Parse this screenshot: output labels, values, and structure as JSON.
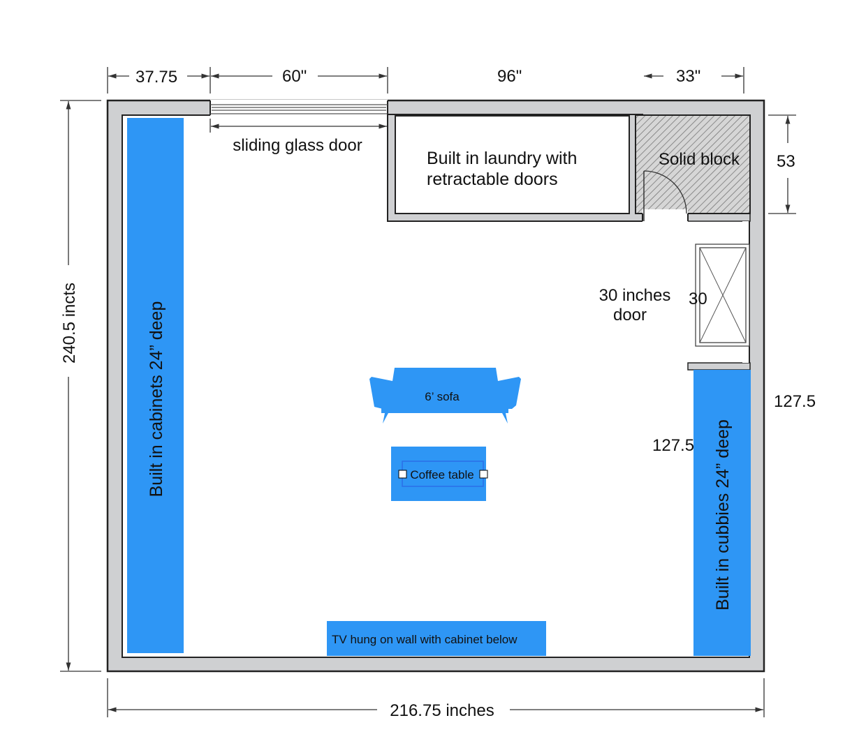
{
  "dimensions": {
    "top_left": "37.75",
    "top_door": "60\"",
    "top_laundry": "96\"",
    "top_right": "33\"",
    "left_height": "240.5 incts",
    "bottom_width": "216.75 inches",
    "right_block": "53",
    "right_lower": "127.5",
    "inner_lower": "127.5",
    "door_width": "30"
  },
  "labels": {
    "sliding_door": "sliding glass door",
    "laundry_line1": "Built in laundry with",
    "laundry_line2": "retractable doors",
    "solid_block": "Solid block",
    "door_line1": "30 inches",
    "door_line2": "door",
    "cabinets": "Built in cabinets 24” deep",
    "cubbies": "Built in cubbies 24” deep",
    "sofa": "6’ sofa",
    "coffee_table": "Coffee table",
    "tv": "TV hung on wall with cabinet below"
  },
  "colors": {
    "furniture": "#2e96f5",
    "wall": "#cfd0d2"
  }
}
